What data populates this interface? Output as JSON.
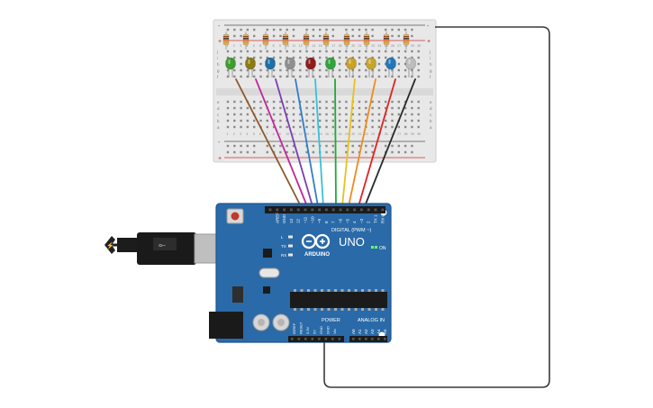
{
  "board": {
    "logo_text": "UNO",
    "brand_text": "ARDUINO",
    "digital_label": "DIGITAL (PWM ~)",
    "on_label": "ON",
    "power_label": "POWER",
    "analog_label": "ANALOG IN",
    "led_labels": [
      "L",
      "TX",
      "RX"
    ],
    "digital_pin_labels": [
      "AREF",
      "GND",
      "13",
      "12",
      "~11",
      "~10",
      "~9",
      "8",
      "7",
      "~6",
      "~5",
      "4",
      "~3",
      "2",
      "TX 1",
      "RX 0"
    ],
    "power_pin_labels": [
      "IOREF",
      "RESET",
      "3.3V",
      "5V",
      "GND",
      "GND",
      "Vin"
    ],
    "analog_pin_labels": [
      "A0",
      "A1",
      "A2",
      "A3",
      "A4",
      "A5"
    ]
  },
  "breadboard": {
    "row_letters_top": [
      "j",
      "i",
      "h",
      "g",
      "f"
    ],
    "row_letters_bottom": [
      "e",
      "d",
      "c",
      "b",
      "a"
    ],
    "column_numbers": [
      "1",
      "2",
      "3",
      "4",
      "5",
      "6",
      "7",
      "8",
      "9",
      "10",
      "11",
      "12",
      "13",
      "14",
      "15",
      "16",
      "17",
      "18",
      "19",
      "20",
      "21",
      "22",
      "23",
      "24",
      "25",
      "26",
      "27",
      "28",
      "29",
      "30"
    ],
    "rail_plus": "+",
    "rail_minus": "-"
  },
  "leds": [
    {
      "color": "#3f9d2e"
    },
    {
      "color": "#8c7a12"
    },
    {
      "color": "#1d6fa5"
    },
    {
      "color": "#8f8f8f"
    },
    {
      "color": "#8e1c1c"
    },
    {
      "color": "#2ea43a"
    },
    {
      "color": "#c9a227"
    },
    {
      "color": "#c7a52b"
    },
    {
      "color": "#2377b8"
    },
    {
      "color": "#bdbdbd"
    }
  ],
  "wires": [
    {
      "color": "#8b5a2b"
    },
    {
      "color": "#c2279a"
    },
    {
      "color": "#7b3fb0"
    },
    {
      "color": "#2e7fc8"
    },
    {
      "color": "#3ac0d8"
    },
    {
      "color": "#22a83a"
    },
    {
      "color": "#e8c21a"
    },
    {
      "color": "#f08a1a"
    },
    {
      "color": "#e0231f"
    },
    {
      "color": "#2a2a2a"
    }
  ],
  "colors": {
    "board": "#2a6aa8",
    "board_edge": "#1f5690",
    "breadboard": "#e9e9e9",
    "ground_wire": "#3a3a3a"
  }
}
